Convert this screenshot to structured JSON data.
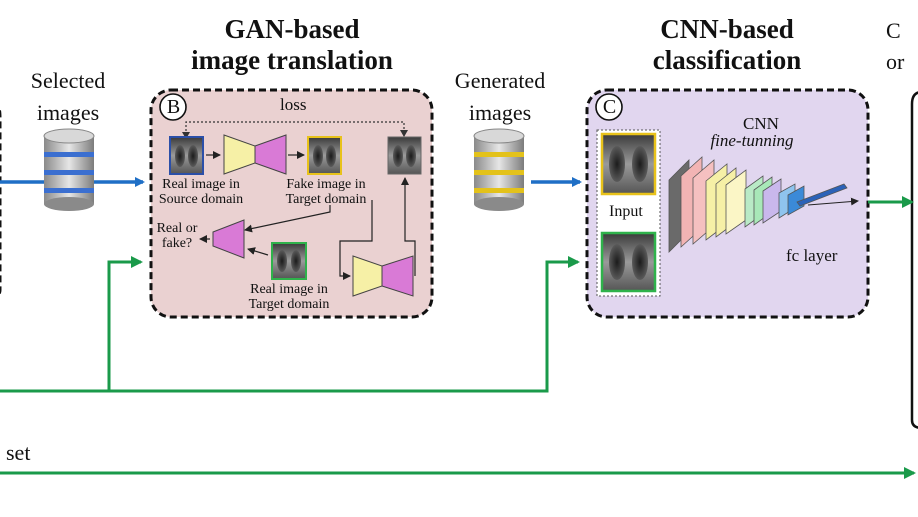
{
  "titles": {
    "gan_line1": "GAN-based",
    "gan_line2": "image translation",
    "cnn_line1": "CNN-based",
    "cnn_line2": "classification",
    "right_partial_line1": "C",
    "right_partial_line2": "or"
  },
  "labels": {
    "selected_line1": "Selected",
    "selected_line2": "images",
    "generated_line1": "Generated",
    "generated_line2": "images",
    "bottom_set": "set"
  },
  "panel_b": {
    "badge": "B",
    "loss": "loss",
    "real_source_line1": "Real image in",
    "real_source_line2": "Source domain",
    "fake_target_line1": "Fake image in",
    "fake_target_line2": "Target domain",
    "real_or_fake_line1": "Real or",
    "real_or_fake_line2": "fake?",
    "real_target_line1": "Real image in",
    "real_target_line2": "Target domain"
  },
  "panel_c": {
    "badge": "C",
    "input": "Input",
    "cnn": "CNN",
    "fine_tuning": "fine-tunning",
    "fc_layer": "fc layer"
  },
  "colors": {
    "blue_arrow": "#1f6fc6",
    "green_arrow": "#1a9a4a",
    "gan_panel_fill": "#ead1d1",
    "cnn_panel_fill": "#e1d6ef",
    "encoder_fill": "#f6f0a6",
    "decoder_fill": "#d97ad6",
    "source_border": "#2b4fa8",
    "target_border": "#e8c21a",
    "real_target_border": "#2fb24b"
  }
}
